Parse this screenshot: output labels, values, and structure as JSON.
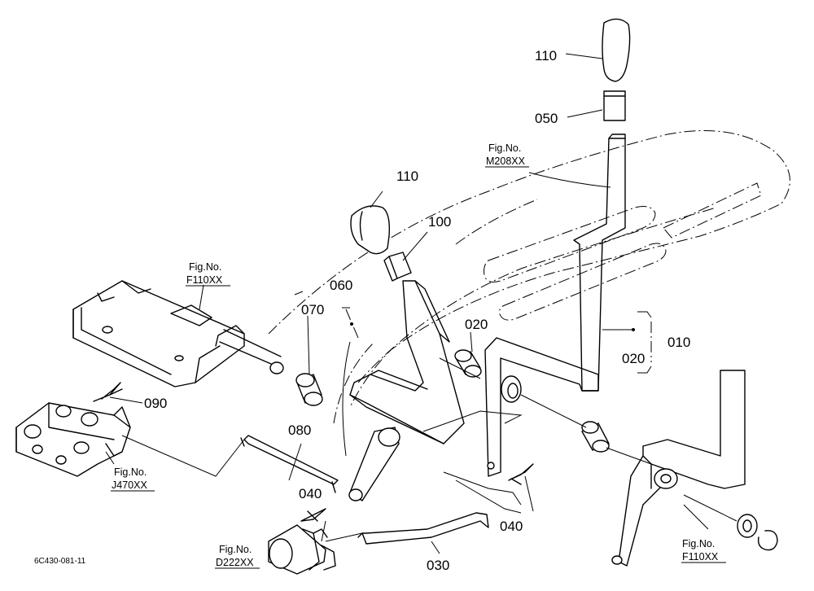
{
  "callouts": {
    "p110_top": "110",
    "p050": "050",
    "p110_mid": "110",
    "p100": "100",
    "p060": "060",
    "p070": "070",
    "p020_a": "020",
    "p010": "010",
    "p020_b": "020",
    "p090": "090",
    "p080": "080",
    "p040_a": "040",
    "p040_b": "040",
    "p030": "030"
  },
  "fig_refs": {
    "m208": {
      "label": "Fig.No.",
      "code": "M208XX"
    },
    "f110_left": {
      "label": "Fig.No.",
      "code": "F110XX"
    },
    "j470": {
      "label": "Fig.No.",
      "code": "J470XX"
    },
    "d222": {
      "label": "Fig.No.",
      "code": "D222XX"
    },
    "f110_right": {
      "label": "Fig.No.",
      "code": "F110XX"
    }
  },
  "drawing_code": "6C430-081-11"
}
